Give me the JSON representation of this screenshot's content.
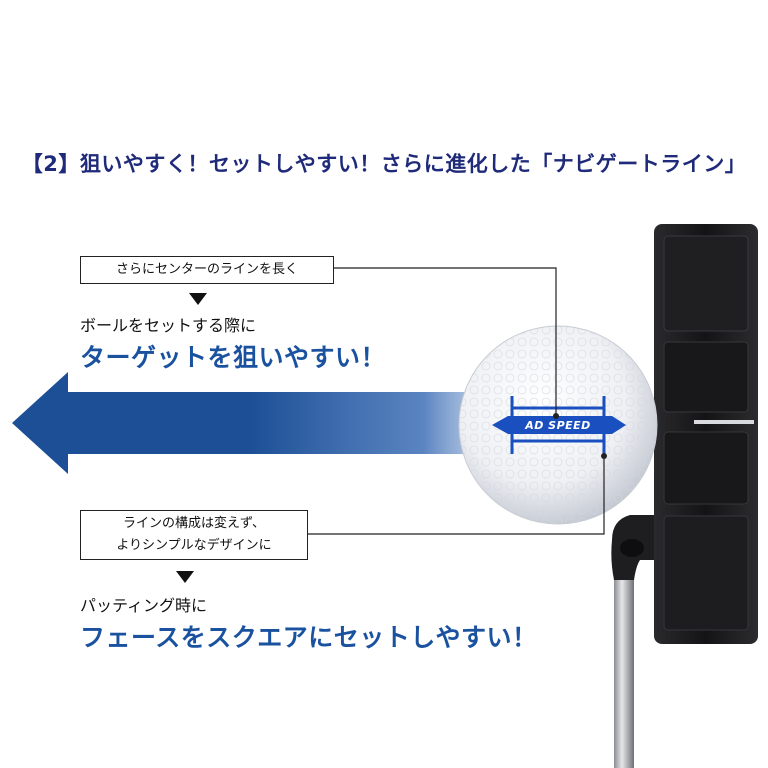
{
  "heading": "【2】狙いやすく！セットしやすい！さらに進化した「ナビゲートライン」",
  "callout1": {
    "box": "さらにセンターのラインを長く",
    "lead": "ボールをセットする際に",
    "emphasis": "ターゲットを狙いやすい！"
  },
  "callout2": {
    "box_line1": "ラインの構成は変えず、",
    "box_line2": "よりシンプルなデザインに",
    "lead": "パッティング時に",
    "emphasis": "フェースをスクエアにセットしやすい！"
  },
  "ball": {
    "brand_text": "AD SPEED",
    "line_color": "#1a4fc0"
  },
  "colors": {
    "heading": "#1f2a7a",
    "emphasis": "#1a52a0",
    "arrow": "#1c4f96",
    "putter": "#1b1b1d"
  },
  "icons": {
    "direction_arrow": "left-arrow-icon",
    "pointer": "down-triangle-icon"
  }
}
